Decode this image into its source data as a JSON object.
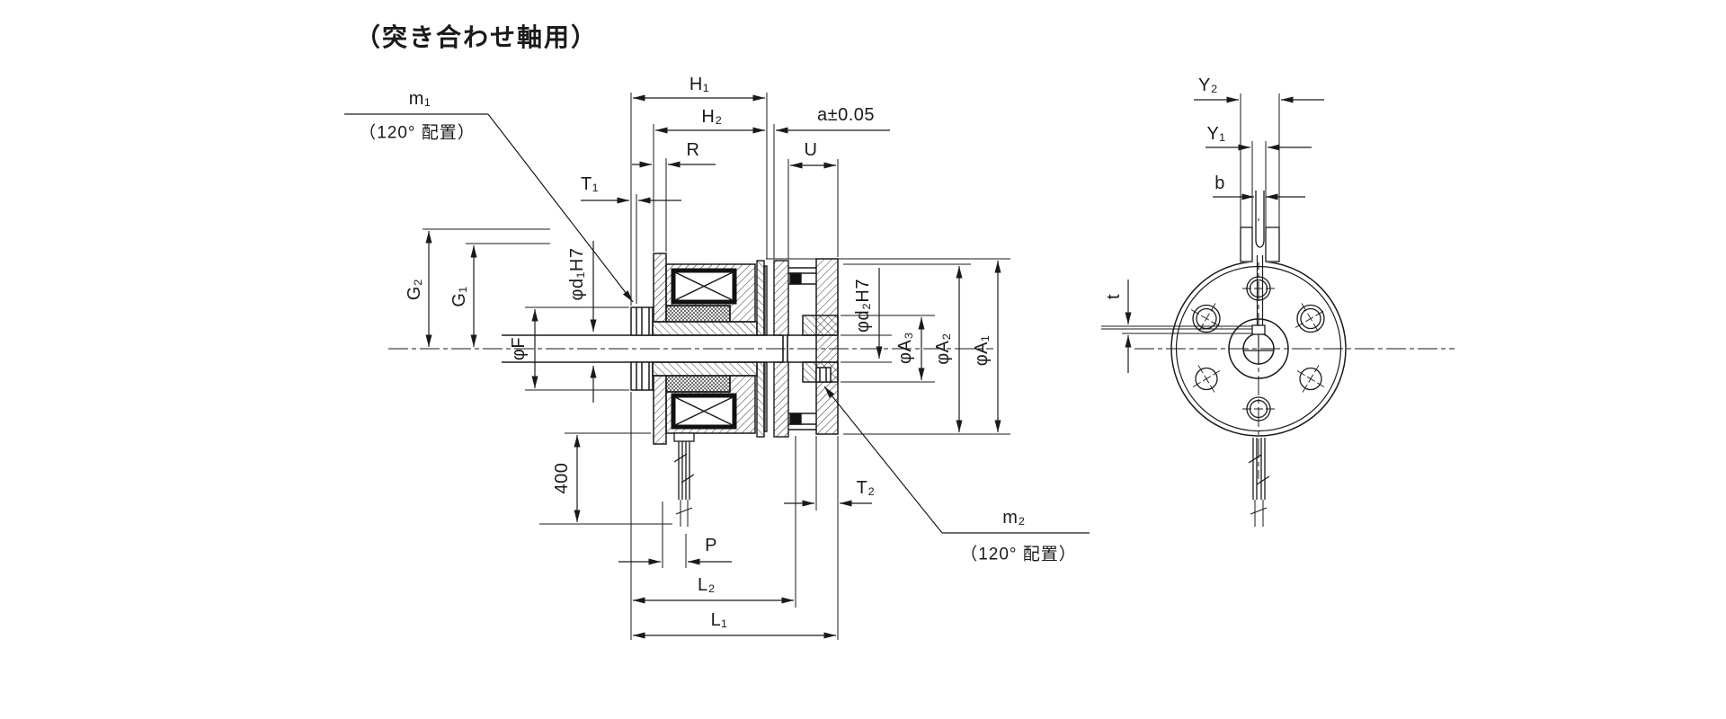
{
  "title": "（突き合わせ軸用）",
  "callouts": {
    "m1": {
      "label": "m₁",
      "note": "（120° 配置）"
    },
    "m2": {
      "label": "m₂",
      "note": "（120° 配置）"
    }
  },
  "dimensions": {
    "h1": "H₁",
    "h2": "H₂",
    "a": "a±0.05",
    "r": "R",
    "t1": "T₁",
    "u": "U",
    "g2": "G₂",
    "g1": "G₁",
    "f": "φF",
    "d1": "φd₁H7",
    "d2": "φd₂H7",
    "a3": "φA₃",
    "a2": "φA₂",
    "a1": "φA₁",
    "lead_length": "400",
    "t2": "T₂",
    "p": "P",
    "l2": "L₂",
    "l1": "L₁",
    "y2": "Y₂",
    "y1": "Y₁",
    "b": "b",
    "t": "t"
  }
}
